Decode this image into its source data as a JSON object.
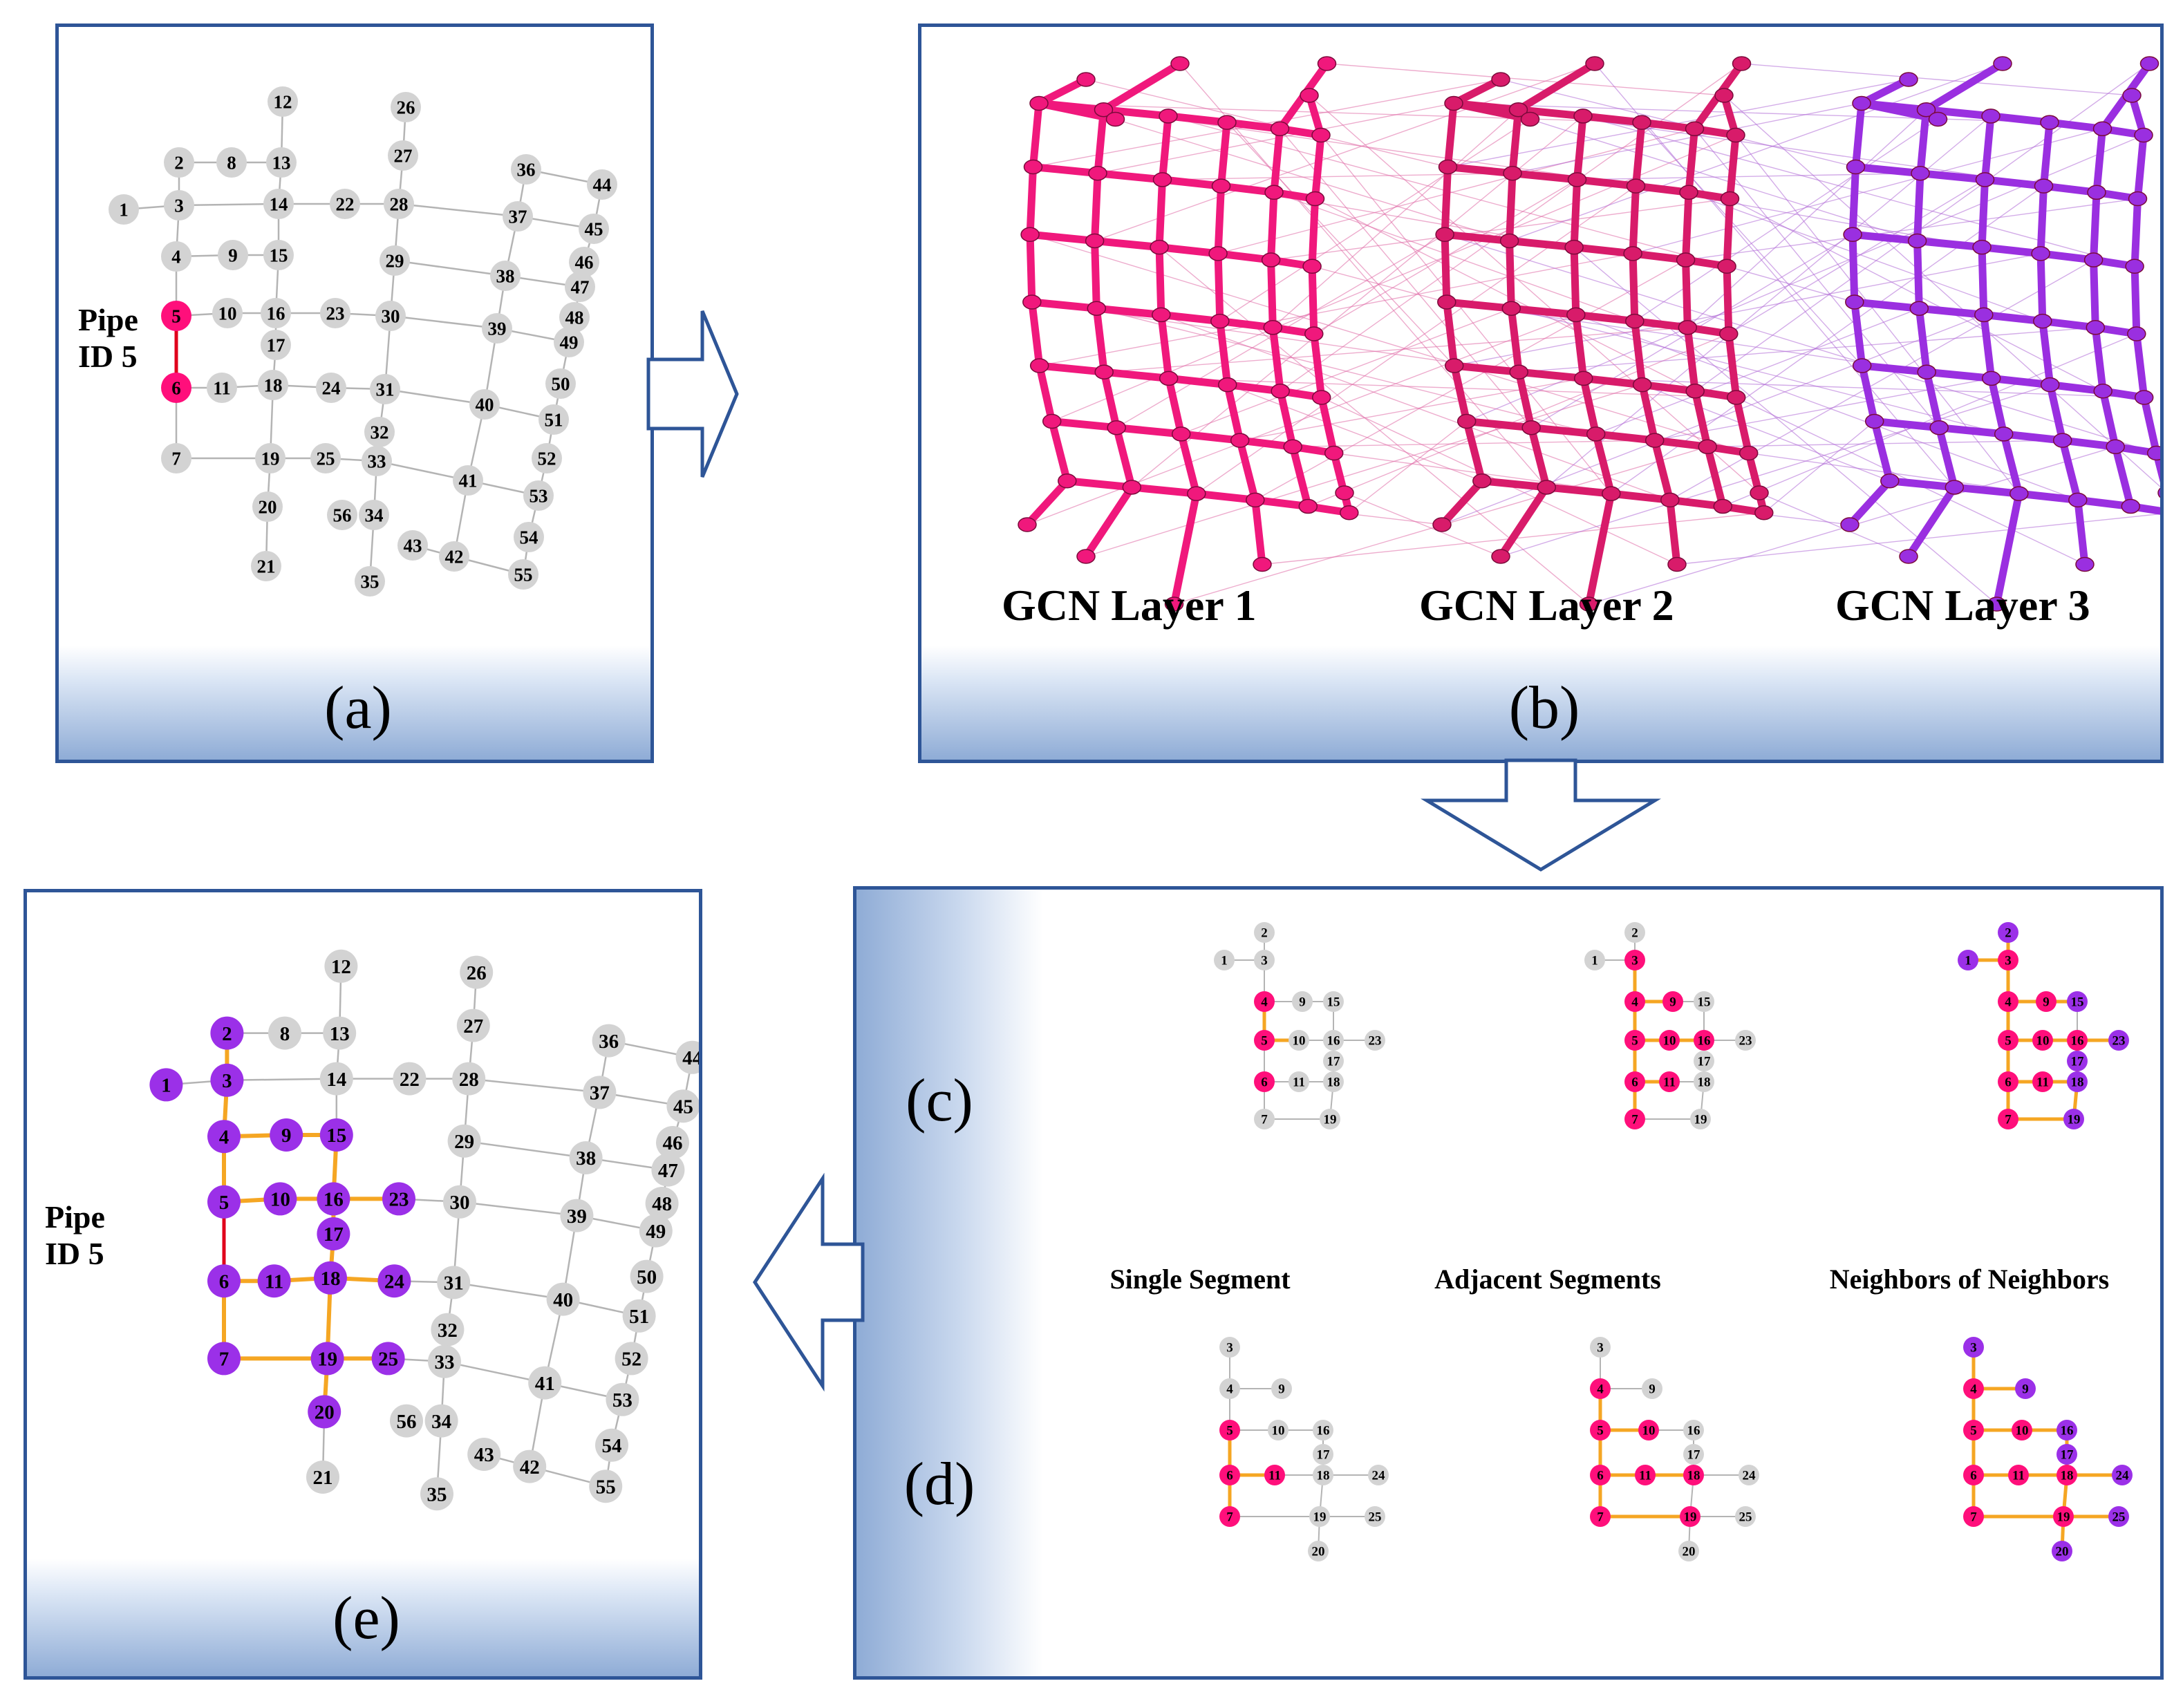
{
  "panels": {
    "a": {
      "label": "(a)",
      "pipe_label_line1": "Pipe",
      "pipe_label_line2": "ID 5"
    },
    "b": {
      "label": "(b)",
      "layers": [
        "GCN Layer 1",
        "GCN Layer 2",
        "GCN Layer 3"
      ]
    },
    "c": {
      "label": "(c)",
      "captions": [
        "Single Segment",
        "Adjacent Segments",
        "Neighbors of Neighbors"
      ]
    },
    "d": {
      "label": "(d)"
    },
    "e": {
      "label": "(e)",
      "pipe_label_line1": "Pipe",
      "pipe_label_line2": "ID 5"
    }
  },
  "colors": {
    "border": "#2e5597",
    "node_default": "#d3d3d3",
    "node_pipe": "#ff0f7b",
    "node_neighbor": "#9b30e8",
    "edge_default": "#b4b4b4",
    "edge_selected": "#f5a623",
    "edge_pipe": "#e0001b",
    "layer1": "#f0187c",
    "layer2": "#d81b6a",
    "layer3": "#9a2fe0"
  },
  "network": {
    "nodes": [
      "1",
      "2",
      "3",
      "4",
      "5",
      "6",
      "7",
      "8",
      "9",
      "10",
      "11",
      "12",
      "13",
      "14",
      "15",
      "16",
      "17",
      "18",
      "19",
      "20",
      "21",
      "22",
      "23",
      "24",
      "25",
      "26",
      "27",
      "28",
      "29",
      "30",
      "31",
      "32",
      "33",
      "34",
      "35",
      "36",
      "37",
      "38",
      "39",
      "40",
      "41",
      "42",
      "43",
      "44",
      "45",
      "46",
      "47",
      "48",
      "49",
      "50",
      "51",
      "52",
      "53",
      "54",
      "55",
      "56"
    ],
    "edges": [
      [
        "1",
        "3"
      ],
      [
        "2",
        "8"
      ],
      [
        "8",
        "13"
      ],
      [
        "2",
        "3"
      ],
      [
        "3",
        "4"
      ],
      [
        "4",
        "5"
      ],
      [
        "5",
        "6"
      ],
      [
        "6",
        "7"
      ],
      [
        "3",
        "14"
      ],
      [
        "12",
        "13"
      ],
      [
        "13",
        "14"
      ],
      [
        "14",
        "15"
      ],
      [
        "4",
        "9"
      ],
      [
        "9",
        "15"
      ],
      [
        "15",
        "16"
      ],
      [
        "5",
        "10"
      ],
      [
        "10",
        "16"
      ],
      [
        "16",
        "17"
      ],
      [
        "17",
        "18"
      ],
      [
        "16",
        "23"
      ],
      [
        "23",
        "30"
      ],
      [
        "6",
        "11"
      ],
      [
        "11",
        "18"
      ],
      [
        "18",
        "24"
      ],
      [
        "24",
        "31"
      ],
      [
        "18",
        "19"
      ],
      [
        "7",
        "19"
      ],
      [
        "19",
        "20"
      ],
      [
        "20",
        "21"
      ],
      [
        "19",
        "25"
      ],
      [
        "25",
        "33"
      ],
      [
        "14",
        "22"
      ],
      [
        "22",
        "28"
      ],
      [
        "26",
        "27"
      ],
      [
        "27",
        "28"
      ],
      [
        "28",
        "29"
      ],
      [
        "29",
        "30"
      ],
      [
        "30",
        "31"
      ],
      [
        "31",
        "32"
      ],
      [
        "32",
        "33"
      ],
      [
        "33",
        "34"
      ],
      [
        "34",
        "35"
      ],
      [
        "28",
        "37"
      ],
      [
        "36",
        "37"
      ],
      [
        "36",
        "44"
      ],
      [
        "37",
        "45"
      ],
      [
        "29",
        "38"
      ],
      [
        "38",
        "47"
      ],
      [
        "30",
        "39"
      ],
      [
        "39",
        "49"
      ],
      [
        "31",
        "40"
      ],
      [
        "40",
        "51"
      ],
      [
        "33",
        "41"
      ],
      [
        "41",
        "53"
      ],
      [
        "37",
        "38"
      ],
      [
        "38",
        "39"
      ],
      [
        "39",
        "40"
      ],
      [
        "40",
        "41"
      ],
      [
        "41",
        "42"
      ],
      [
        "43",
        "42"
      ],
      [
        "42",
        "55"
      ],
      [
        "44",
        "45"
      ],
      [
        "45",
        "46"
      ],
      [
        "46",
        "47"
      ],
      [
        "47",
        "48"
      ],
      [
        "48",
        "49"
      ],
      [
        "49",
        "50"
      ],
      [
        "50",
        "51"
      ],
      [
        "51",
        "52"
      ],
      [
        "52",
        "53"
      ],
      [
        "53",
        "54"
      ],
      [
        "54",
        "55"
      ]
    ]
  },
  "highlights": {
    "a": {
      "pipe": [
        "5",
        "6"
      ],
      "neighbor": [],
      "orange_edges": []
    },
    "e": {
      "pipe": [],
      "neighbor": [
        "1",
        "2",
        "3",
        "4",
        "5",
        "6",
        "7",
        "9",
        "10",
        "11",
        "15",
        "16",
        "17",
        "18",
        "19",
        "20",
        "23",
        "24",
        "25"
      ],
      "orange_edges": [
        [
          "2",
          "3"
        ],
        [
          "3",
          "4"
        ],
        [
          "4",
          "5"
        ],
        [
          "6",
          "7"
        ],
        [
          "4",
          "9"
        ],
        [
          "9",
          "15"
        ],
        [
          "15",
          "16"
        ],
        [
          "5",
          "10"
        ],
        [
          "10",
          "16"
        ],
        [
          "16",
          "23"
        ],
        [
          "6",
          "11"
        ],
        [
          "11",
          "18"
        ],
        [
          "18",
          "24"
        ],
        [
          "16",
          "17"
        ],
        [
          "17",
          "18"
        ],
        [
          "18",
          "19"
        ],
        [
          "7",
          "19"
        ],
        [
          "19",
          "20"
        ],
        [
          "19",
          "25"
        ]
      ]
    }
  },
  "subgraphs": {
    "c": {
      "nodes": [
        "1",
        "2",
        "3",
        "4",
        "9",
        "15",
        "5",
        "10",
        "16",
        "23",
        "17",
        "6",
        "11",
        "18",
        "7",
        "19"
      ],
      "edges": [
        [
          "1",
          "3"
        ],
        [
          "2",
          "3"
        ],
        [
          "3",
          "4"
        ],
        [
          "4",
          "5"
        ],
        [
          "5",
          "6"
        ],
        [
          "6",
          "7"
        ],
        [
          "4",
          "9"
        ],
        [
          "9",
          "15"
        ],
        [
          "5",
          "10"
        ],
        [
          "10",
          "16"
        ],
        [
          "16",
          "23"
        ],
        [
          "15",
          "16"
        ],
        [
          "16",
          "17"
        ],
        [
          "17",
          "18"
        ],
        [
          "6",
          "11"
        ],
        [
          "11",
          "18"
        ],
        [
          "18",
          "19"
        ],
        [
          "7",
          "19"
        ]
      ],
      "states": [
        {
          "pink": [
            "4",
            "5",
            "6"
          ],
          "purple": [],
          "orange": [
            [
              "4",
              "5"
            ],
            [
              "5",
              "10"
            ]
          ]
        },
        {
          "pink": [
            "3",
            "4",
            "5",
            "6",
            "7",
            "9",
            "10",
            "11",
            "16"
          ],
          "purple": [],
          "orange": [
            [
              "3",
              "4"
            ],
            [
              "4",
              "5"
            ],
            [
              "5",
              "6"
            ],
            [
              "6",
              "7"
            ],
            [
              "4",
              "9"
            ],
            [
              "5",
              "10"
            ],
            [
              "10",
              "16"
            ],
            [
              "6",
              "11"
            ]
          ]
        },
        {
          "pink": [
            "3",
            "4",
            "5",
            "6",
            "7",
            "9",
            "10",
            "11",
            "16"
          ],
          "purple": [
            "1",
            "2",
            "15",
            "17",
            "18",
            "19",
            "23"
          ],
          "orange": [
            [
              "1",
              "3"
            ],
            [
              "2",
              "3"
            ],
            [
              "3",
              "4"
            ],
            [
              "4",
              "5"
            ],
            [
              "5",
              "6"
            ],
            [
              "6",
              "7"
            ],
            [
              "4",
              "9"
            ],
            [
              "9",
              "15"
            ],
            [
              "5",
              "10"
            ],
            [
              "10",
              "16"
            ],
            [
              "16",
              "23"
            ],
            [
              "16",
              "17"
            ],
            [
              "17",
              "18"
            ],
            [
              "6",
              "11"
            ],
            [
              "11",
              "18"
            ],
            [
              "18",
              "19"
            ],
            [
              "7",
              "19"
            ]
          ]
        }
      ]
    },
    "d": {
      "nodes": [
        "3",
        "4",
        "9",
        "5",
        "10",
        "16",
        "17",
        "6",
        "11",
        "18",
        "24",
        "7",
        "19",
        "25",
        "20"
      ],
      "edges": [
        [
          "3",
          "4"
        ],
        [
          "4",
          "5"
        ],
        [
          "5",
          "6"
        ],
        [
          "6",
          "7"
        ],
        [
          "4",
          "9"
        ],
        [
          "5",
          "10"
        ],
        [
          "10",
          "16"
        ],
        [
          "16",
          "17"
        ],
        [
          "17",
          "18"
        ],
        [
          "6",
          "11"
        ],
        [
          "11",
          "18"
        ],
        [
          "18",
          "24"
        ],
        [
          "18",
          "19"
        ],
        [
          "7",
          "19"
        ],
        [
          "19",
          "25"
        ],
        [
          "19",
          "20"
        ]
      ],
      "states": [
        {
          "pink": [
            "5",
            "6",
            "7",
            "11"
          ],
          "purple": [],
          "orange": [
            [
              "5",
              "6"
            ],
            [
              "6",
              "7"
            ],
            [
              "6",
              "11"
            ]
          ]
        },
        {
          "pink": [
            "4",
            "5",
            "6",
            "7",
            "10",
            "11",
            "18",
            "19"
          ],
          "purple": [],
          "orange": [
            [
              "4",
              "5"
            ],
            [
              "5",
              "6"
            ],
            [
              "6",
              "7"
            ],
            [
              "5",
              "10"
            ],
            [
              "6",
              "11"
            ],
            [
              "11",
              "18"
            ],
            [
              "7",
              "19"
            ]
          ]
        },
        {
          "pink": [
            "4",
            "5",
            "6",
            "7",
            "10",
            "11",
            "18",
            "19"
          ],
          "purple": [
            "3",
            "9",
            "16",
            "17",
            "24",
            "25",
            "20"
          ],
          "orange": [
            [
              "3",
              "4"
            ],
            [
              "4",
              "5"
            ],
            [
              "5",
              "6"
            ],
            [
              "6",
              "7"
            ],
            [
              "4",
              "9"
            ],
            [
              "5",
              "10"
            ],
            [
              "10",
              "16"
            ],
            [
              "16",
              "17"
            ],
            [
              "17",
              "18"
            ],
            [
              "6",
              "11"
            ],
            [
              "11",
              "18"
            ],
            [
              "18",
              "24"
            ],
            [
              "18",
              "19"
            ],
            [
              "7",
              "19"
            ],
            [
              "19",
              "25"
            ],
            [
              "19",
              "20"
            ]
          ]
        }
      ]
    }
  }
}
